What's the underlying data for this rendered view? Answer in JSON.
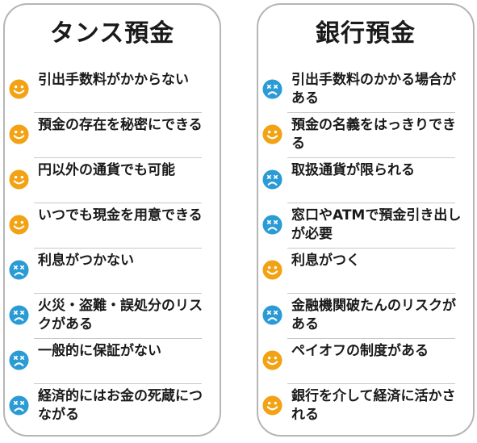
{
  "colors": {
    "happy": "#f2a213",
    "sad": "#2b9bd6",
    "border": "#b5b5b5",
    "divider": "#c9c9c9"
  },
  "columns": [
    {
      "title": "タンス預金",
      "items": [
        {
          "text": "引出手数料がかからない",
          "icon": "happy-face-icon"
        },
        {
          "text": "預金の存在を秘密にできる",
          "icon": "happy-face-icon"
        },
        {
          "text": "円以外の通貨でも可能",
          "icon": "happy-face-icon"
        },
        {
          "text": "いつでも現金を用意できる",
          "icon": "happy-face-icon"
        },
        {
          "text": "利息がつかない",
          "icon": "sad-face-icon"
        },
        {
          "text": "火災・盗難・誤処分のリスクがある",
          "icon": "sad-face-icon"
        },
        {
          "text": "一般的に保証がない",
          "icon": "sad-face-icon"
        },
        {
          "text": "経済的にはお金の死蔵につながる",
          "icon": "sad-face-icon"
        }
      ]
    },
    {
      "title": "銀行預金",
      "items": [
        {
          "text": "引出手数料のかかる場合がある",
          "icon": "sad-face-icon"
        },
        {
          "text": "預金の名義をはっきりできる",
          "icon": "happy-face-icon"
        },
        {
          "text": "取扱通貨が限られる",
          "icon": "sad-face-icon"
        },
        {
          "text": "窓口やATMで預金引き出しが必要",
          "icon": "sad-face-icon"
        },
        {
          "text": "利息がつく",
          "icon": "happy-face-icon"
        },
        {
          "text": "金融機関破たんのリスクがある",
          "icon": "sad-face-icon"
        },
        {
          "text": "ペイオフの制度がある",
          "icon": "happy-face-icon"
        },
        {
          "text": "銀行を介して経済に活かされる",
          "icon": "happy-face-icon"
        }
      ]
    }
  ]
}
